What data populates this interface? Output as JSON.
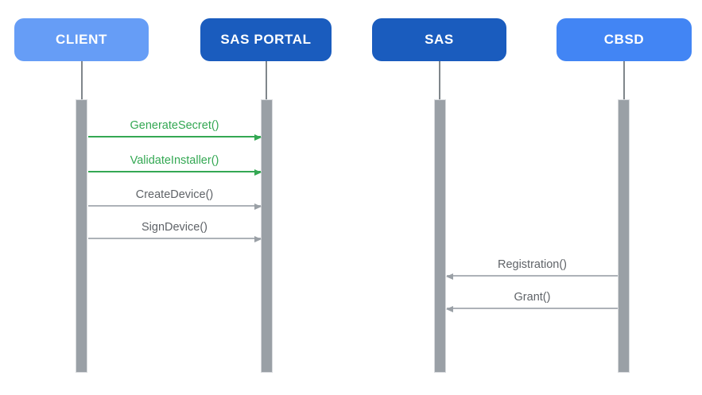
{
  "diagram": {
    "type": "sequence-diagram",
    "actors": [
      {
        "label": "CLIENT",
        "box_color": "#669DF6"
      },
      {
        "label": "SAS PORTAL",
        "box_color": "#1A5CBE"
      },
      {
        "label": "SAS",
        "box_color": "#1A5CBE"
      },
      {
        "label": "CBSD",
        "box_color": "#4285F4"
      }
    ],
    "messages": [
      {
        "label": "GenerateSecret()",
        "from": "CLIENT",
        "to": "SAS PORTAL",
        "color": "#34A853",
        "direction": "right"
      },
      {
        "label": "ValidateInstaller()",
        "from": "CLIENT",
        "to": "SAS PORTAL",
        "color": "#34A853",
        "direction": "right"
      },
      {
        "label": "CreateDevice()",
        "from": "CLIENT",
        "to": "SAS PORTAL",
        "color": "#5F6368",
        "direction": "right"
      },
      {
        "label": "SignDevice()",
        "from": "CLIENT",
        "to": "SAS PORTAL",
        "color": "#5F6368",
        "direction": "right"
      },
      {
        "label": "Registration()",
        "from": "CBSD",
        "to": "SAS",
        "color": "#5F6368",
        "direction": "left"
      },
      {
        "label": "Grant()",
        "from": "CBSD",
        "to": "SAS",
        "color": "#5F6368",
        "direction": "left"
      }
    ],
    "colors": {
      "lifeline_bar": "#9AA0A6",
      "lifeline_stick": "#80868B",
      "green_message": "#34A853",
      "gray_message_text": "#5F6368",
      "gray_message_line": "#9AA0A6",
      "background": "#FFFFFF"
    }
  }
}
